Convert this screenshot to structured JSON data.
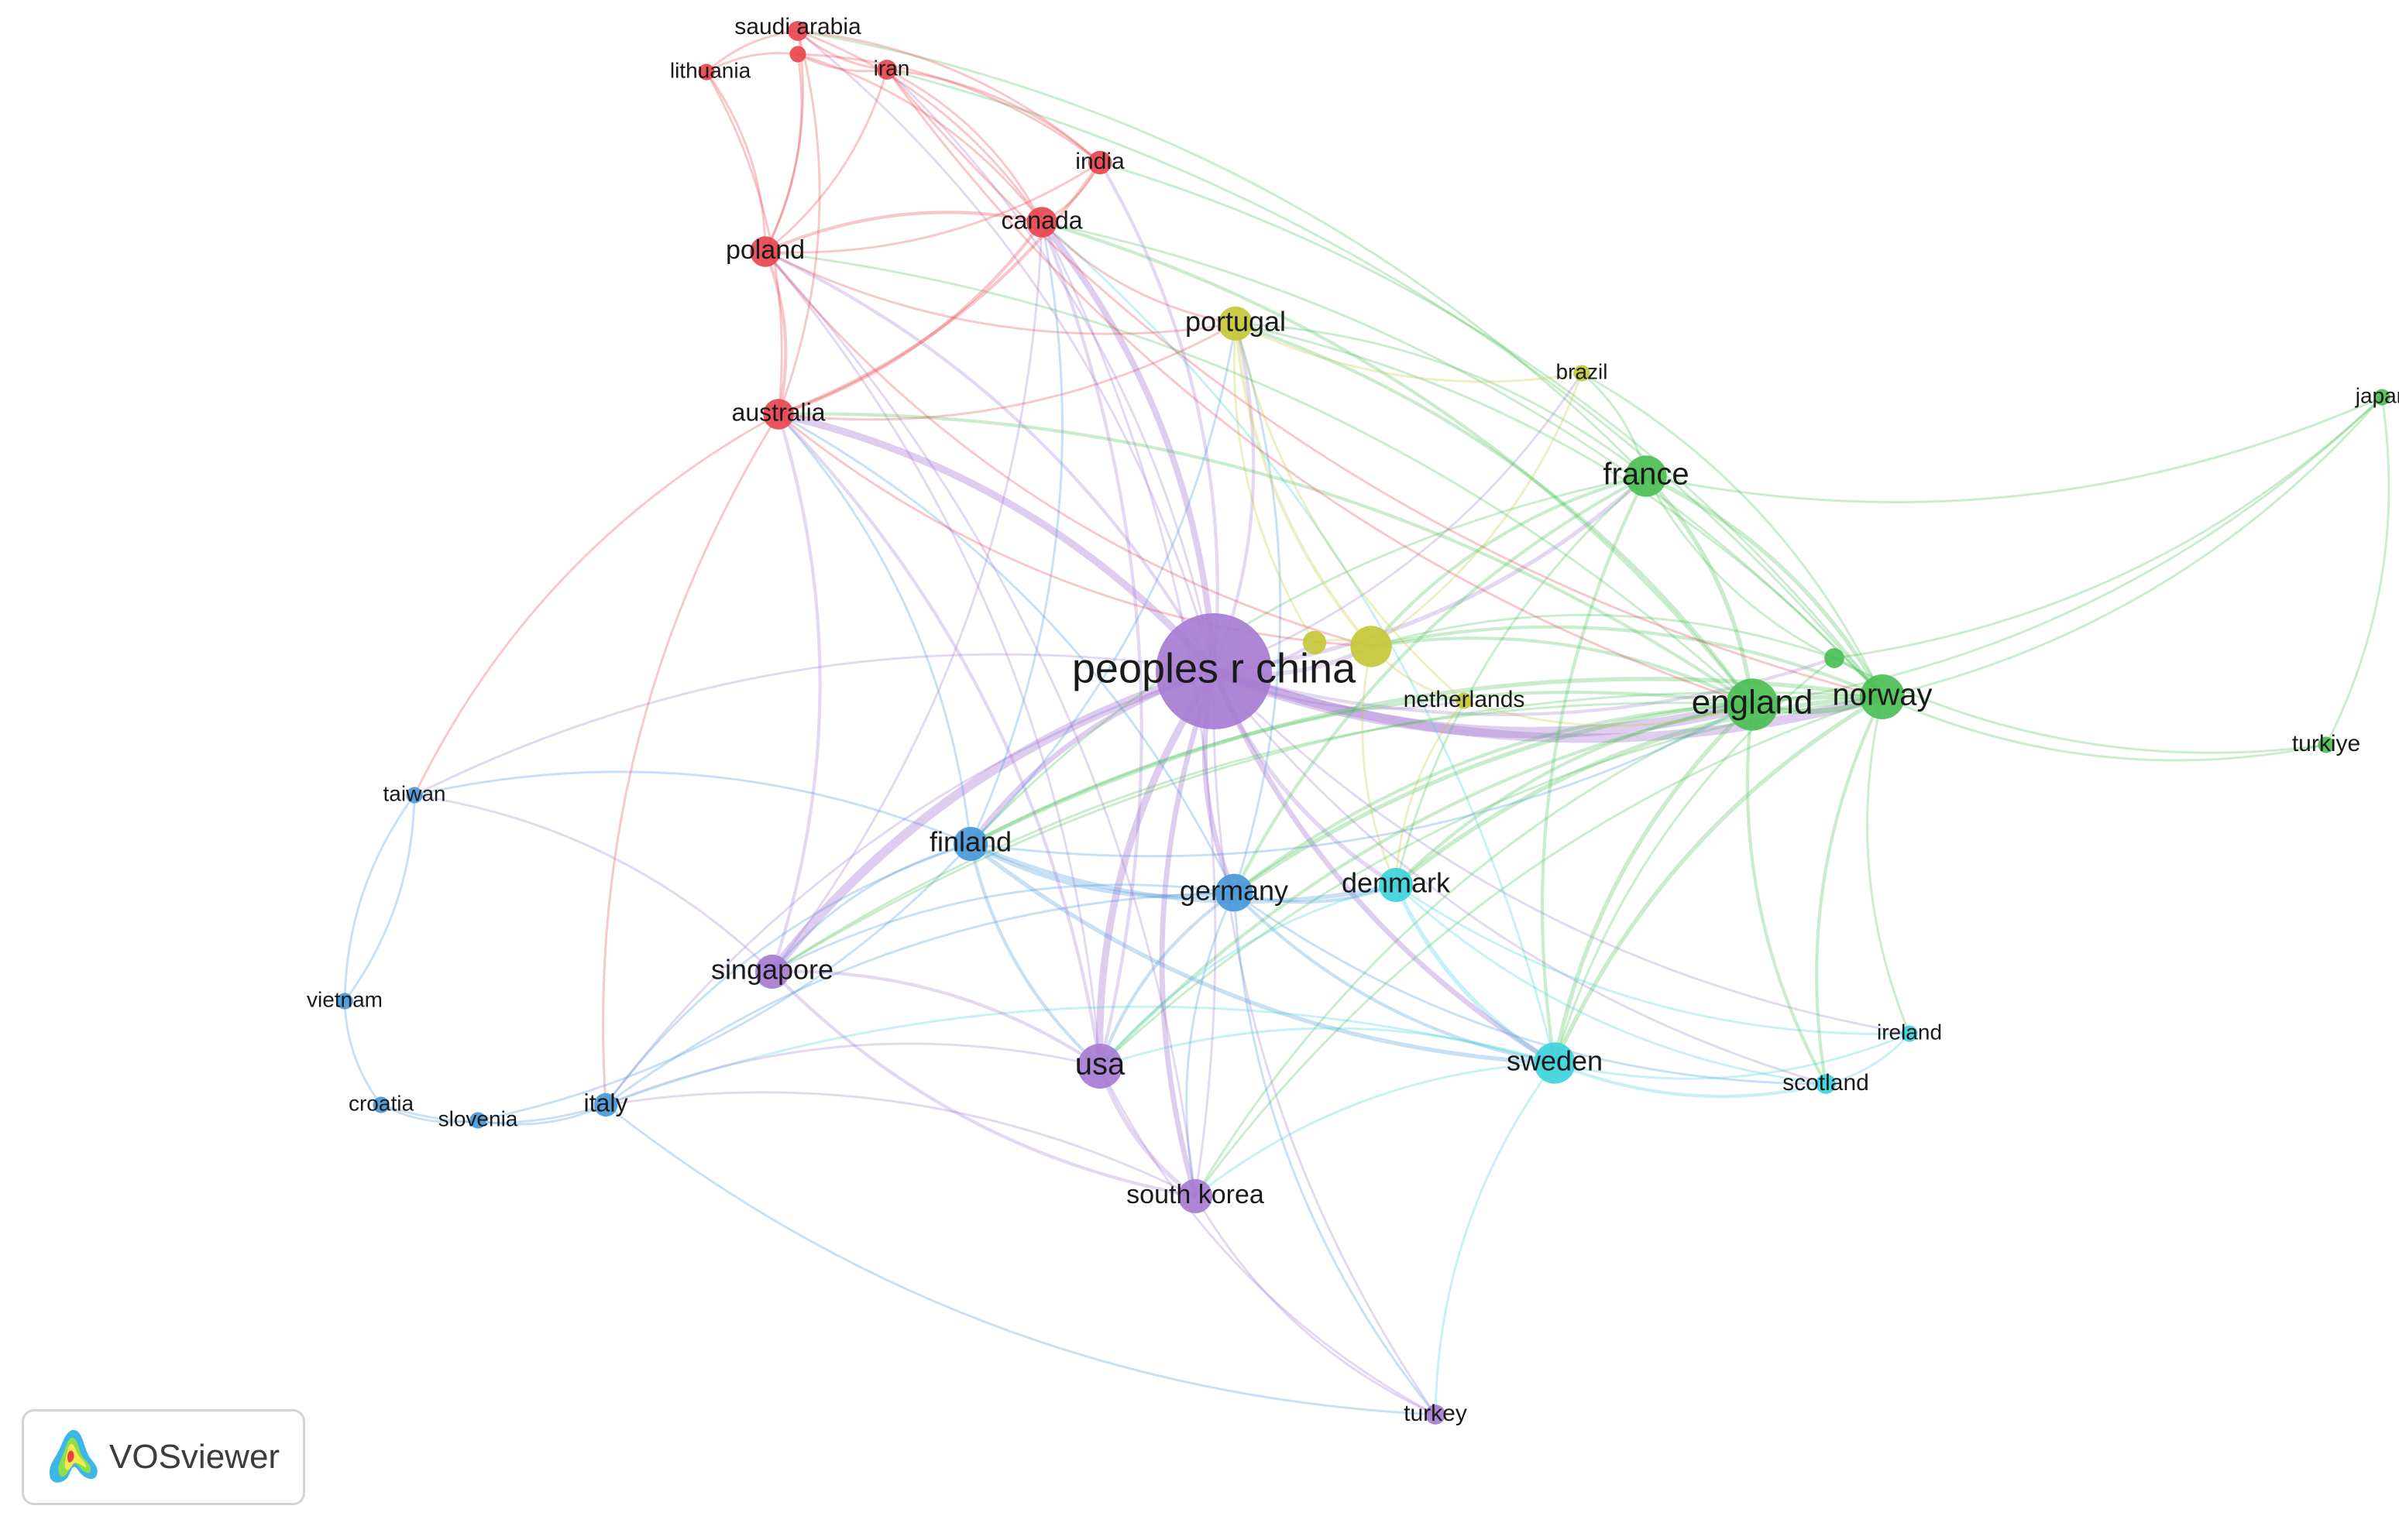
{
  "branding": {
    "name": "VOSviewer"
  },
  "colors": {
    "red": "#e8474f",
    "purple": "#a77cd3",
    "yellow": "#c6c83a",
    "green": "#4cbf55",
    "blue": "#4a98d8",
    "cyan": "#3fd2dc"
  },
  "nodes": [
    {
      "id": "saudi arabia",
      "label": "saudi arabia",
      "c": "red",
      "w": 3
    },
    {
      "id": "sa2",
      "label": "",
      "c": "red",
      "w": 2
    },
    {
      "id": "lithuania",
      "label": "lithuania",
      "c": "red",
      "w": 2
    },
    {
      "id": "iran",
      "label": "iran",
      "c": "red",
      "w": 3
    },
    {
      "id": "india",
      "label": "india",
      "c": "red",
      "w": 4
    },
    {
      "id": "canada",
      "label": "canada",
      "c": "red",
      "w": 6
    },
    {
      "id": "poland",
      "label": "poland",
      "c": "red",
      "w": 6
    },
    {
      "id": "australia",
      "label": "australia",
      "c": "red",
      "w": 6
    },
    {
      "id": "portugal",
      "label": "portugal",
      "c": "yellow",
      "w": 7
    },
    {
      "id": "brazil",
      "label": "brazil",
      "c": "yellow",
      "w": 2
    },
    {
      "id": "yellow1",
      "label": "",
      "c": "yellow",
      "w": 4
    },
    {
      "id": "yellow2",
      "label": "",
      "c": "yellow",
      "w": 9
    },
    {
      "id": "netherlands",
      "label": "netherlands",
      "c": "yellow",
      "w": 2
    },
    {
      "id": "japan",
      "label": "japan",
      "c": "green",
      "w": 2
    },
    {
      "id": "japan2",
      "label": "",
      "c": "green",
      "w": 1
    },
    {
      "id": "france",
      "label": "france",
      "c": "green",
      "w": 9
    },
    {
      "id": "green1",
      "label": "",
      "c": "green",
      "w": 3
    },
    {
      "id": "england",
      "label": "england",
      "c": "green",
      "w": 12
    },
    {
      "id": "norway",
      "label": "norway",
      "c": "green",
      "w": 10
    },
    {
      "id": "turkiye",
      "label": "turkiye",
      "c": "green",
      "w": 2
    },
    {
      "id": "peoples r china",
      "label": "peoples r china",
      "c": "purple",
      "w": 30
    },
    {
      "id": "singapore",
      "label": "singapore",
      "c": "purple",
      "w": 7
    },
    {
      "id": "usa",
      "label": "usa",
      "c": "purple",
      "w": 10
    },
    {
      "id": "south korea",
      "label": "south korea",
      "c": "purple",
      "w": 7
    },
    {
      "id": "turkey",
      "label": "turkey",
      "c": "purple",
      "w": 3
    },
    {
      "id": "taiwan",
      "label": "taiwan",
      "c": "blue",
      "w": 2
    },
    {
      "id": "finland",
      "label": "finland",
      "c": "blue",
      "w": 7
    },
    {
      "id": "germany",
      "label": "germany",
      "c": "blue",
      "w": 8
    },
    {
      "id": "vietnam",
      "label": "vietnam",
      "c": "blue",
      "w": 2
    },
    {
      "id": "croatia",
      "label": "croatia",
      "c": "blue",
      "w": 2
    },
    {
      "id": "slovenia",
      "label": "slovenia",
      "c": "blue",
      "w": 2
    },
    {
      "id": "italy",
      "label": "italy",
      "c": "blue",
      "w": 4
    },
    {
      "id": "denmark",
      "label": "denmark",
      "c": "cyan",
      "w": 7
    },
    {
      "id": "sweden",
      "label": "sweden",
      "c": "cyan",
      "w": 9
    },
    {
      "id": "ireland",
      "label": "ireland",
      "c": "cyan",
      "w": 2
    },
    {
      "id": "scotland",
      "label": "scotland",
      "c": "cyan",
      "w": 3
    }
  ],
  "links": [
    [
      "peoples r china",
      "england",
      10
    ],
    [
      "peoples r china",
      "norway",
      8
    ],
    [
      "peoples r china",
      "singapore",
      8
    ],
    [
      "peoples r china",
      "usa",
      6
    ],
    [
      "peoples r china",
      "australia",
      6
    ],
    [
      "peoples r china",
      "canada",
      5
    ],
    [
      "peoples r china",
      "germany",
      4
    ],
    [
      "peoples r china",
      "finland",
      4
    ],
    [
      "peoples r china",
      "france",
      3
    ],
    [
      "peoples r china",
      "denmark",
      3
    ],
    [
      "peoples r china",
      "sweden",
      4
    ],
    [
      "peoples r china",
      "south korea",
      4
    ],
    [
      "peoples r china",
      "poland",
      2
    ],
    [
      "peoples r china",
      "portugal",
      2
    ],
    [
      "peoples r china",
      "india",
      2
    ],
    [
      "peoples r china",
      "yellow2",
      3
    ],
    [
      "peoples r china",
      "yellow1",
      2
    ],
    [
      "peoples r china",
      "taiwan",
      1
    ],
    [
      "peoples r china",
      "italy",
      1
    ],
    [
      "peoples r china",
      "turkey",
      1
    ],
    [
      "peoples r china",
      "netherlands",
      1
    ],
    [
      "peoples r china",
      "brazil",
      1
    ],
    [
      "peoples r china",
      "scotland",
      1
    ],
    [
      "peoples r china",
      "ireland",
      1
    ],
    [
      "peoples r china",
      "green1",
      2
    ],
    [
      "peoples r china",
      "saudi arabia",
      1
    ],
    [
      "peoples r china",
      "iran",
      1
    ],
    [
      "england",
      "norway",
      4
    ],
    [
      "england",
      "france",
      3
    ],
    [
      "england",
      "sweden",
      3
    ],
    [
      "england",
      "denmark",
      2
    ],
    [
      "england",
      "germany",
      2
    ],
    [
      "england",
      "finland",
      2
    ],
    [
      "england",
      "usa",
      2
    ],
    [
      "england",
      "canada",
      2
    ],
    [
      "england",
      "australia",
      2
    ],
    [
      "england",
      "portugal",
      2
    ],
    [
      "england",
      "poland",
      1
    ],
    [
      "england",
      "yellow2",
      2
    ],
    [
      "england",
      "scotland",
      2
    ],
    [
      "england",
      "south korea",
      1
    ],
    [
      "england",
      "singapore",
      1
    ],
    [
      "england",
      "japan",
      1
    ],
    [
      "norway",
      "france",
      3
    ],
    [
      "norway",
      "sweden",
      3
    ],
    [
      "norway",
      "denmark",
      3
    ],
    [
      "norway",
      "germany",
      3
    ],
    [
      "norway",
      "finland",
      3
    ],
    [
      "norway",
      "scotland",
      2
    ],
    [
      "norway",
      "ireland",
      1
    ],
    [
      "norway",
      "japan",
      1
    ],
    [
      "norway",
      "turkiye",
      1
    ],
    [
      "norway",
      "india",
      1
    ],
    [
      "norway",
      "iran",
      1
    ],
    [
      "norway",
      "canada",
      1
    ],
    [
      "norway",
      "usa",
      1
    ],
    [
      "norway",
      "south korea",
      1
    ],
    [
      "norway",
      "green1",
      2
    ],
    [
      "norway",
      "yellow2",
      2
    ],
    [
      "norway",
      "brazil",
      1
    ],
    [
      "norway",
      "portugal",
      1
    ],
    [
      "norway",
      "singapore",
      1
    ],
    [
      "france",
      "germany",
      2
    ],
    [
      "france",
      "sweden",
      2
    ],
    [
      "france",
      "yellow2",
      2
    ],
    [
      "france",
      "brazil",
      1
    ],
    [
      "france",
      "portugal",
      1
    ],
    [
      "france",
      "japan",
      1
    ],
    [
      "france",
      "finland",
      1
    ],
    [
      "france",
      "green1",
      1
    ],
    [
      "france",
      "denmark",
      1
    ],
    [
      "france",
      "saudi arabia",
      1
    ],
    [
      "green1",
      "turkiye",
      1
    ],
    [
      "green1",
      "japan",
      1
    ],
    [
      "green1",
      "yellow2",
      1
    ],
    [
      "green1",
      "sweden",
      1
    ],
    [
      "turkiye",
      "japan",
      1
    ],
    [
      "finland",
      "germany",
      3
    ],
    [
      "finland",
      "denmark",
      3
    ],
    [
      "finland",
      "sweden",
      3
    ],
    [
      "finland",
      "usa",
      2
    ],
    [
      "finland",
      "singapore",
      1
    ],
    [
      "finland",
      "italy",
      1
    ],
    [
      "finland",
      "taiwan",
      1
    ],
    [
      "finland",
      "australia",
      1
    ],
    [
      "finland",
      "canada",
      1
    ],
    [
      "finland",
      "portugal",
      1
    ],
    [
      "finland",
      "england",
      1
    ],
    [
      "germany",
      "denmark",
      2
    ],
    [
      "germany",
      "sweden",
      2
    ],
    [
      "germany",
      "usa",
      2
    ],
    [
      "germany",
      "singapore",
      1
    ],
    [
      "germany",
      "south korea",
      1
    ],
    [
      "germany",
      "italy",
      1
    ],
    [
      "germany",
      "australia",
      1
    ],
    [
      "germany",
      "portugal",
      1
    ],
    [
      "germany",
      "turkey",
      1
    ],
    [
      "germany",
      "scotland",
      1
    ],
    [
      "denmark",
      "sweden",
      3
    ],
    [
      "denmark",
      "scotland",
      1
    ],
    [
      "denmark",
      "ireland",
      1
    ],
    [
      "denmark",
      "usa",
      1
    ],
    [
      "sweden",
      "scotland",
      2
    ],
    [
      "sweden",
      "ireland",
      1
    ],
    [
      "sweden",
      "usa",
      1
    ],
    [
      "sweden",
      "south korea",
      1
    ],
    [
      "sweden",
      "turkey",
      1
    ],
    [
      "sweden",
      "italy",
      1
    ],
    [
      "sweden",
      "canada",
      1
    ],
    [
      "scotland",
      "ireland",
      1
    ],
    [
      "usa",
      "singapore",
      2
    ],
    [
      "usa",
      "south korea",
      3
    ],
    [
      "usa",
      "canada",
      2
    ],
    [
      "usa",
      "australia",
      2
    ],
    [
      "usa",
      "poland",
      1
    ],
    [
      "usa",
      "turkey",
      1
    ],
    [
      "usa",
      "italy",
      1
    ],
    [
      "singapore",
      "south korea",
      2
    ],
    [
      "singapore",
      "australia",
      2
    ],
    [
      "singapore",
      "taiwan",
      1
    ],
    [
      "singapore",
      "canada",
      1
    ],
    [
      "south korea",
      "canada",
      1
    ],
    [
      "south korea",
      "poland",
      1
    ],
    [
      "south korea",
      "turkey",
      1
    ],
    [
      "south korea",
      "italy",
      1
    ],
    [
      "australia",
      "canada",
      2
    ],
    [
      "australia",
      "poland",
      2
    ],
    [
      "australia",
      "india",
      2
    ],
    [
      "australia",
      "saudi arabia",
      1
    ],
    [
      "australia",
      "lithuania",
      1
    ],
    [
      "australia",
      "portugal",
      1
    ],
    [
      "australia",
      "yellow2",
      1
    ],
    [
      "australia",
      "italy",
      1
    ],
    [
      "australia",
      "taiwan",
      1
    ],
    [
      "canada",
      "poland",
      2
    ],
    [
      "canada",
      "india",
      1
    ],
    [
      "canada",
      "iran",
      1
    ],
    [
      "canada",
      "saudi arabia",
      1
    ],
    [
      "canada",
      "portugal",
      1
    ],
    [
      "canada",
      "sa2",
      1
    ],
    [
      "poland",
      "saudi arabia",
      1
    ],
    [
      "poland",
      "lithuania",
      1
    ],
    [
      "poland",
      "iran",
      1
    ],
    [
      "poland",
      "india",
      1
    ],
    [
      "poland",
      "portugal",
      1
    ],
    [
      "poland",
      "yellow2",
      1
    ],
    [
      "poland",
      "sa2",
      1
    ],
    [
      "india",
      "saudi arabia",
      1
    ],
    [
      "india",
      "iran",
      1
    ],
    [
      "india",
      "sa2",
      1
    ],
    [
      "saudi arabia",
      "iran",
      1
    ],
    [
      "saudi arabia",
      "lithuania",
      1
    ],
    [
      "sa2",
      "lithuania",
      1
    ],
    [
      "sa2",
      "iran",
      1
    ],
    [
      "iran",
      "england",
      1
    ],
    [
      "iran",
      "norway",
      1
    ],
    [
      "portugal",
      "yellow2",
      2
    ],
    [
      "portugal",
      "yellow1",
      1
    ],
    [
      "portugal",
      "brazil",
      1
    ],
    [
      "portugal",
      "netherlands",
      1
    ],
    [
      "yellow2",
      "yellow1",
      1
    ],
    [
      "yellow2",
      "netherlands",
      1
    ],
    [
      "yellow2",
      "brazil",
      1
    ],
    [
      "yellow2",
      "denmark",
      1
    ],
    [
      "netherlands",
      "england",
      1
    ],
    [
      "netherlands",
      "denmark",
      1
    ],
    [
      "taiwan",
      "vietnam",
      1
    ],
    [
      "vietnam",
      "croatia",
      1
    ],
    [
      "croatia",
      "slovenia",
      1
    ],
    [
      "croatia",
      "italy",
      1
    ],
    [
      "slovenia",
      "italy",
      1
    ],
    [
      "slovenia",
      "finland",
      1
    ],
    [
      "vietnam",
      "taiwan",
      1
    ],
    [
      "italy",
      "turkey",
      1
    ]
  ]
}
